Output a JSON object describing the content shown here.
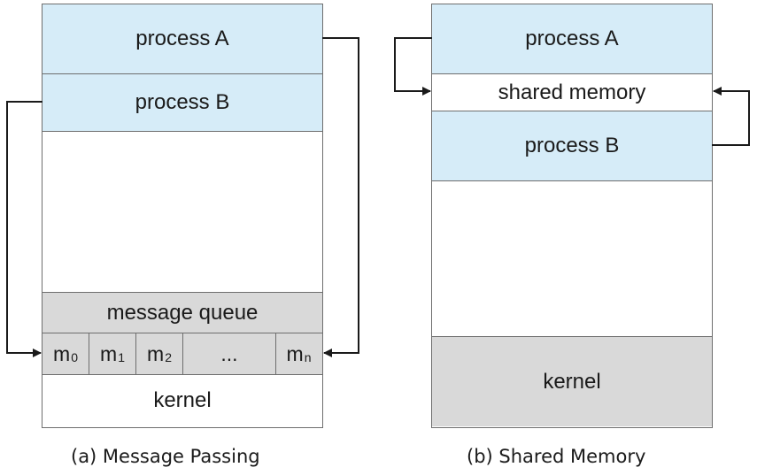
{
  "message_passing": {
    "process_a": "process A",
    "process_b": "process B",
    "message_queue": "message queue",
    "cells": {
      "m0": {
        "base": "m",
        "sub": "0"
      },
      "m1": {
        "base": "m",
        "sub": "1"
      },
      "m2": {
        "base": "m",
        "sub": "2"
      },
      "dots": "...",
      "mn": {
        "base": "m",
        "sub": "n"
      }
    },
    "kernel": "kernel",
    "caption": "(a) Message Passing"
  },
  "shared_memory": {
    "process_a": "process A",
    "shared_memory": "shared memory",
    "process_b": "process B",
    "kernel": "kernel",
    "caption": "(b) Shared Memory"
  },
  "colors": {
    "process_fill": "#d6ecf8",
    "kernel_fill": "#d9d9d9",
    "border": "#6e6e6e",
    "arrow": "#1a1a1a"
  }
}
